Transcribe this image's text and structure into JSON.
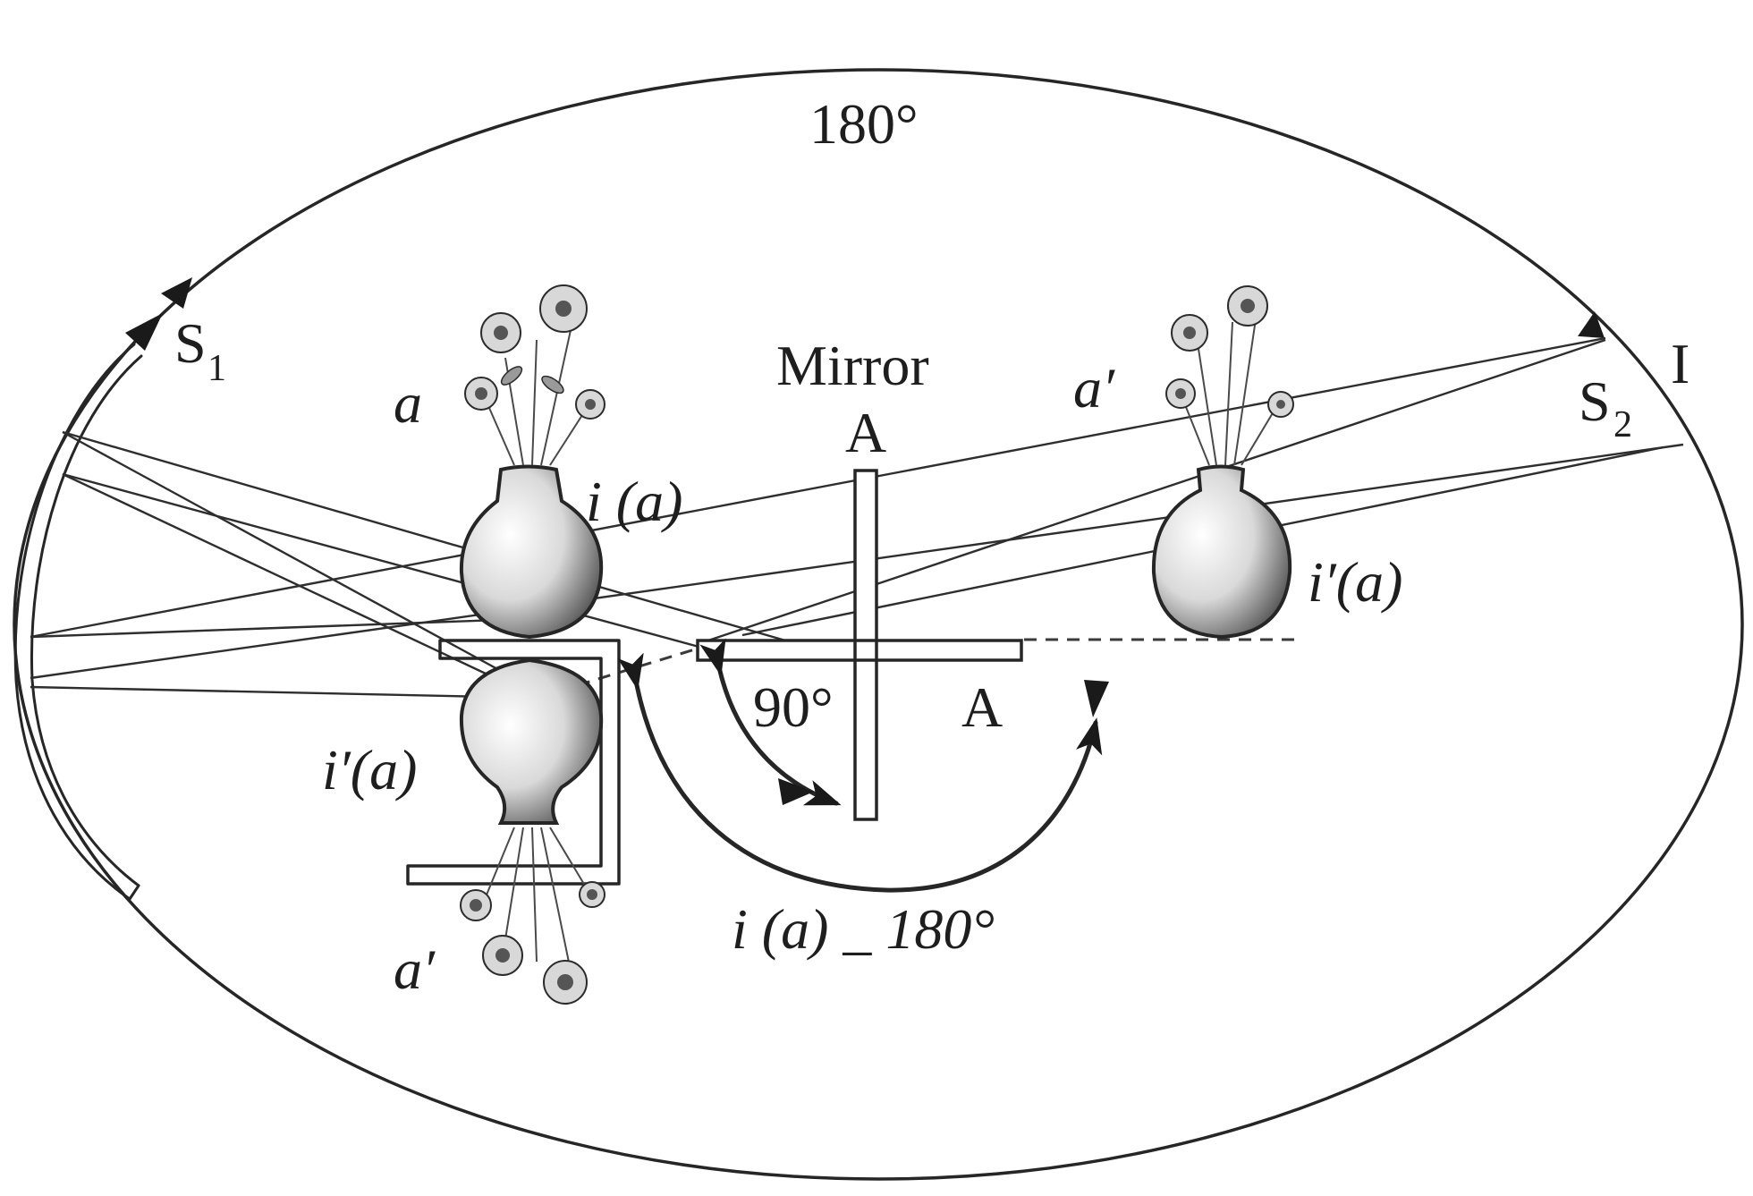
{
  "labels": {
    "top_angle": "180°",
    "s1": "S",
    "s1_sub": "1",
    "s2": "S",
    "s2_sub": "2",
    "i_right": "I",
    "mirror": "Mirror",
    "axis_top": "A",
    "axis_right": "A",
    "a": "a",
    "a_prime_right": "a′",
    "a_prime_bottom": "a′",
    "i_a": "i (a)",
    "i_prime_a_right": "i′(a)",
    "i_prime_a_left": "i′(a)",
    "right_angle": "90°",
    "rotation": "i (a) _ 180°"
  }
}
